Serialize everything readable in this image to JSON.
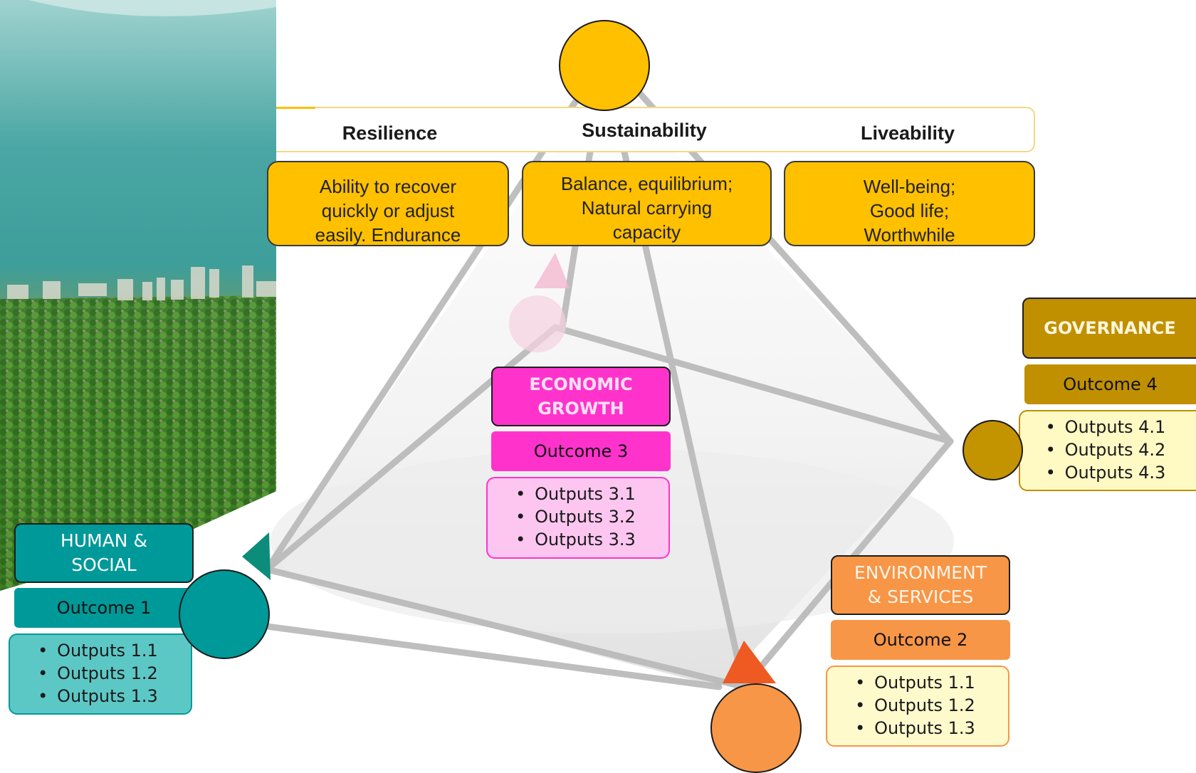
{
  "pillars": [
    {
      "heading": "Resilience",
      "description_lines": [
        "Ability to recover",
        "quickly or adjust",
        "easily. Endurance"
      ]
    },
    {
      "heading": "Sustainability",
      "description_lines": [
        "Balance, equilibrium;",
        "Natural carrying",
        "capacity"
      ]
    },
    {
      "heading": "Liveability",
      "description_lines": [
        "Well-being;",
        "Good life;",
        "Worthwhile"
      ]
    }
  ],
  "dimensions": {
    "human_social": {
      "title_lines": [
        "HUMAN &",
        "SOCIAL"
      ],
      "outcome": "Outcome 1",
      "outputs": [
        "Outputs 1.1",
        "Outputs 1.2",
        "Outputs 1.3"
      ],
      "color": "#009999"
    },
    "economic": {
      "title_lines": [
        "ECONOMIC",
        "GROWTH"
      ],
      "outcome": "Outcome 3",
      "outputs": [
        "Outputs 3.1",
        "Outputs 3.2",
        "Outputs 3.3"
      ],
      "color": "#ff33cc"
    },
    "governance": {
      "title_lines": [
        "GOVERNANCE"
      ],
      "outcome": "Outcome 4",
      "outputs": [
        "Outputs 4.1",
        "Outputs 4.2",
        "Outputs 4.3"
      ],
      "color": "#c09000"
    },
    "environment": {
      "title_lines": [
        "ENVIRONMENT",
        "& SERVICES"
      ],
      "outcome": "Outcome 2",
      "outputs": [
        "Outputs 1.1",
        "Outputs 1.2",
        "Outputs 1.3"
      ],
      "color": "#f79646"
    }
  },
  "colors": {
    "accent": "#ffc000",
    "teal": "#009999",
    "magenta": "#ff33cc",
    "gold": "#c09000",
    "orange": "#f79646"
  }
}
